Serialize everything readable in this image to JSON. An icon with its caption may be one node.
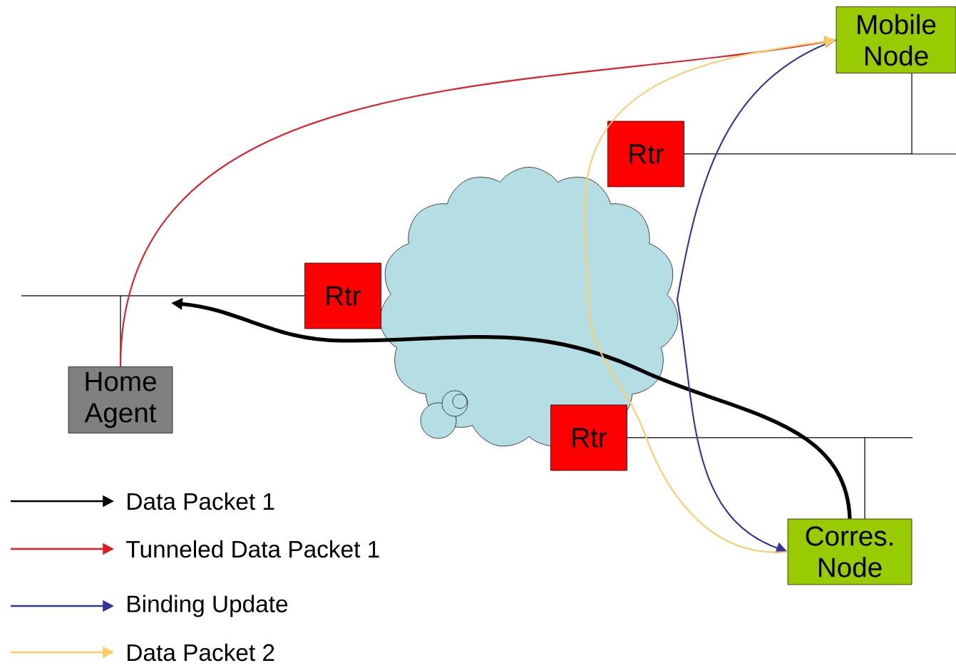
{
  "diagram": {
    "nodes": [
      {
        "text": [
          "Mobile Node"
        ]
      },
      {
        "text": [
          "Rtr"
        ]
      },
      {
        "text": [
          "Rtr"
        ]
      },
      {
        "text": [
          "Home Agent"
        ]
      },
      {
        "text": [
          "Rtr"
        ]
      },
      {
        "text": [
          "Corres. Node"
        ]
      }
    ],
    "edges": [
      {
        "from": 1,
        "to": 0,
        "arrow": "none"
      },
      {
        "from": 2,
        "to": 3,
        "arrow": "none"
      },
      {
        "from": 4,
        "to": 5,
        "arrow": "none"
      },
      {
        "from": 5,
        "to": null,
        "arrow": "to",
        "style": "thick",
        "color": "#000000"
      },
      {
        "from": 3,
        "to": 0,
        "arrow": "to",
        "color": "#e31b23"
      },
      {
        "from": 0,
        "to": 5,
        "arrow": "to",
        "color": "#333399"
      },
      {
        "from": 5,
        "to": 0,
        "arrow": "to",
        "color": "#ffcc66"
      }
    ],
    "legend": [
      {
        "text": "Data Packet 1"
      },
      {
        "text": "Tunneled Data Packet 1"
      },
      {
        "text": "Binding Update"
      },
      {
        "text": "Data Packet 2"
      }
    ]
  }
}
